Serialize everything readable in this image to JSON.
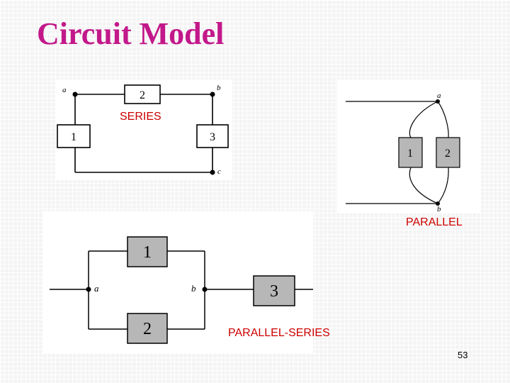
{
  "slide": {
    "title": "Circuit Model",
    "page_number": "53"
  },
  "series": {
    "label": "SERIES",
    "nodes": [
      "a",
      "b",
      "c"
    ],
    "components": [
      "2",
      "1",
      "3"
    ]
  },
  "parallel": {
    "label": "PARALLEL",
    "nodes": [
      "a",
      "b"
    ],
    "components": [
      "1",
      "2"
    ]
  },
  "parallel_series": {
    "label": "PARALLEL-SERIES",
    "nodes": [
      "a",
      "b"
    ],
    "components": [
      "1",
      "2",
      "3"
    ]
  },
  "colors": {
    "title": "#c2188a",
    "label": "#cc0000",
    "component_fill": "#b7b7b7"
  }
}
